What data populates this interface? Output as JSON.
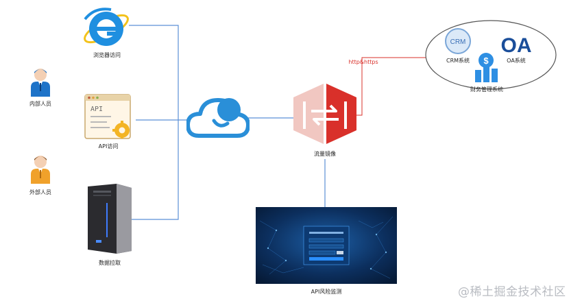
{
  "diagram": {
    "nodes": {
      "browser": {
        "label": "浏览器访问",
        "icon": "browser-icon"
      },
      "api_access": {
        "label": "API访问",
        "icon": "api-window-icon",
        "text": "API"
      },
      "internal": {
        "label": "内部人员",
        "icon": "person-icon"
      },
      "external": {
        "label": "外部人员",
        "icon": "person-icon"
      },
      "data_pull": {
        "label": "数据拉取",
        "icon": "server-tower-icon"
      },
      "cloud": {
        "label": "",
        "icon": "cloud-icon"
      },
      "mirror": {
        "label": "流量镜像",
        "icon": "traffic-mirror-icon"
      },
      "monitor": {
        "label": "API风险监测",
        "icon": "monitor-screenshot-icon"
      },
      "crm": {
        "label": "CRM系统",
        "icon": "crm-icon",
        "text": "CRM"
      },
      "oa": {
        "label": "OA系统",
        "icon": "oa-icon",
        "text": "OA"
      },
      "finance": {
        "label": "财务管理系统",
        "icon": "finance-icon"
      }
    },
    "edge_label": "http&https",
    "watermark": "@稀土掘金技术社区"
  },
  "colors": {
    "line": "#5b8fd6",
    "red_line": "#d9302a",
    "ie_blue": "#1f8fe0",
    "cloud_blue": "#2a8fd8",
    "mirror_red": "#d9302a",
    "person_blue": "#1e73c8",
    "person_orange": "#f0a12b",
    "oa_blue": "#1a4e9a"
  }
}
